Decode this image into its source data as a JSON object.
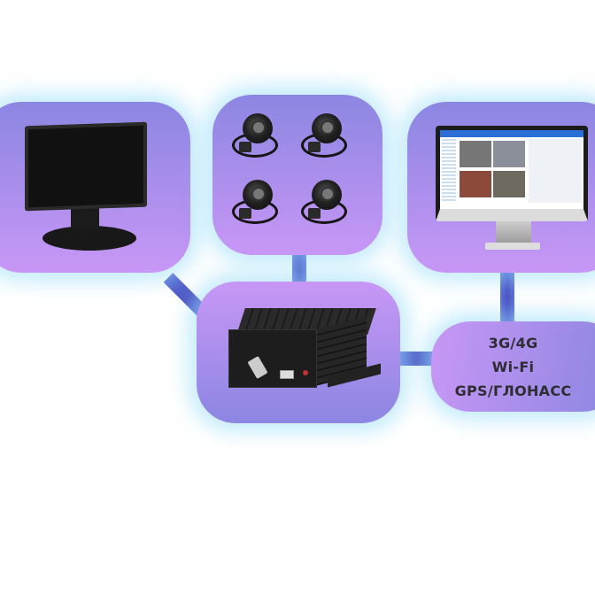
{
  "diagram": {
    "nodes": {
      "monitor": {
        "icon": "car-monitor-icon"
      },
      "cameras": {
        "icon": "dome-camera-icon",
        "count": 4
      },
      "software": {
        "icon": "desktop-monitor-icon"
      },
      "dvr": {
        "icon": "mobile-dvr-icon"
      },
      "connectivity": {
        "lines": [
          "3G/4G",
          "Wi-Fi",
          "GPS/ГЛОНАСС"
        ]
      }
    },
    "colors": {
      "box_blue": "#8c86e2",
      "box_pink": "#c897f6",
      "connector": "#4a4fc0",
      "glow": "#96dcfa",
      "text": "#2d2d33"
    }
  }
}
